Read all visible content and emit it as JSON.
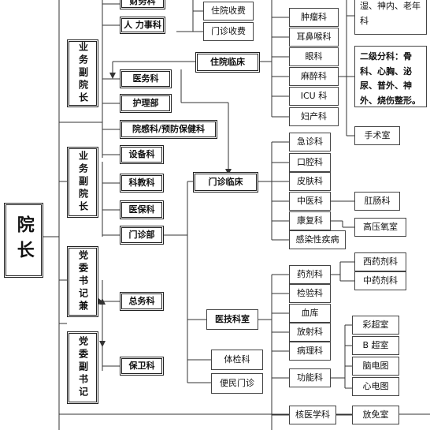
{
  "president": "院长",
  "deputies": {
    "vp_business_1": "业务副院长",
    "vp_business_2": "业务副院长",
    "party_secretary": "党委书记兼",
    "party_deputy": "党委副书记"
  },
  "departments": {
    "finance": "财务科",
    "hr": "人 力事科",
    "medical_affairs": "医务科",
    "nursing": "护理部",
    "infection_control": "院感科/预防保健科",
    "equipment": "设备科",
    "education": "科教科",
    "medical_insurance": "医保科",
    "outpatient_dept": "门诊部",
    "general_affairs": "总务科",
    "security": "保卫科"
  },
  "fee_boxes": {
    "inpatient_fee": "住院收费",
    "outpatient_fee": "门诊收费"
  },
  "clinical": {
    "inpatient": "住院临床",
    "outpatient": "门诊临床",
    "medtech": "医技科室",
    "physical_exam": "体检科",
    "convenience_clinic": "便民门诊"
  },
  "inpatient_units": [
    "肿瘤科",
    "耳鼻喉科",
    "眼科",
    "麻醉科",
    "ICU 科",
    "妇产科"
  ],
  "inpatient_notes": {
    "note1": "湿、神内、老年科",
    "note2": "二级分科：骨科、心胸、泌尿、普外、神外、烧伤整形。",
    "surgery": "手术室"
  },
  "outpatient_units": [
    "急诊科",
    "口腔科",
    "皮肤科",
    "中医科",
    "康复科",
    "感染性疾病"
  ],
  "outpatient_sub": {
    "anorectal": "肛肠科",
    "hyperbaric": "高压氧室"
  },
  "medtech_units": [
    "药剂科",
    "检验科",
    "血库",
    "放射科",
    "病理科",
    "功能科",
    "核医学科"
  ],
  "pharmacy_sub": [
    "西药剂科",
    "中药剂科"
  ],
  "function_sub": [
    "彩超室",
    "B 超室",
    "脑电图",
    "心电图"
  ],
  "nuclear_sub": [
    "放免室"
  ]
}
